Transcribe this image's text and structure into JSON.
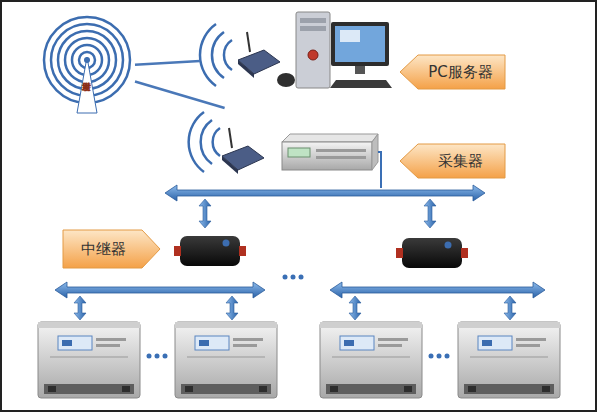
{
  "diagram": {
    "nodes": [
      {
        "text": [
          "发射塔"
        ]
      },
      {
        "text": [
          "PC服务器"
        ]
      },
      {
        "text": [
          "采集器"
        ]
      },
      {
        "text": [
          "中继器"
        ]
      }
    ],
    "edges": [
      {
        "from": 0,
        "to": 1,
        "arrow": "none"
      },
      {
        "from": 0,
        "to": 2,
        "arrow": "none"
      }
    ]
  }
}
